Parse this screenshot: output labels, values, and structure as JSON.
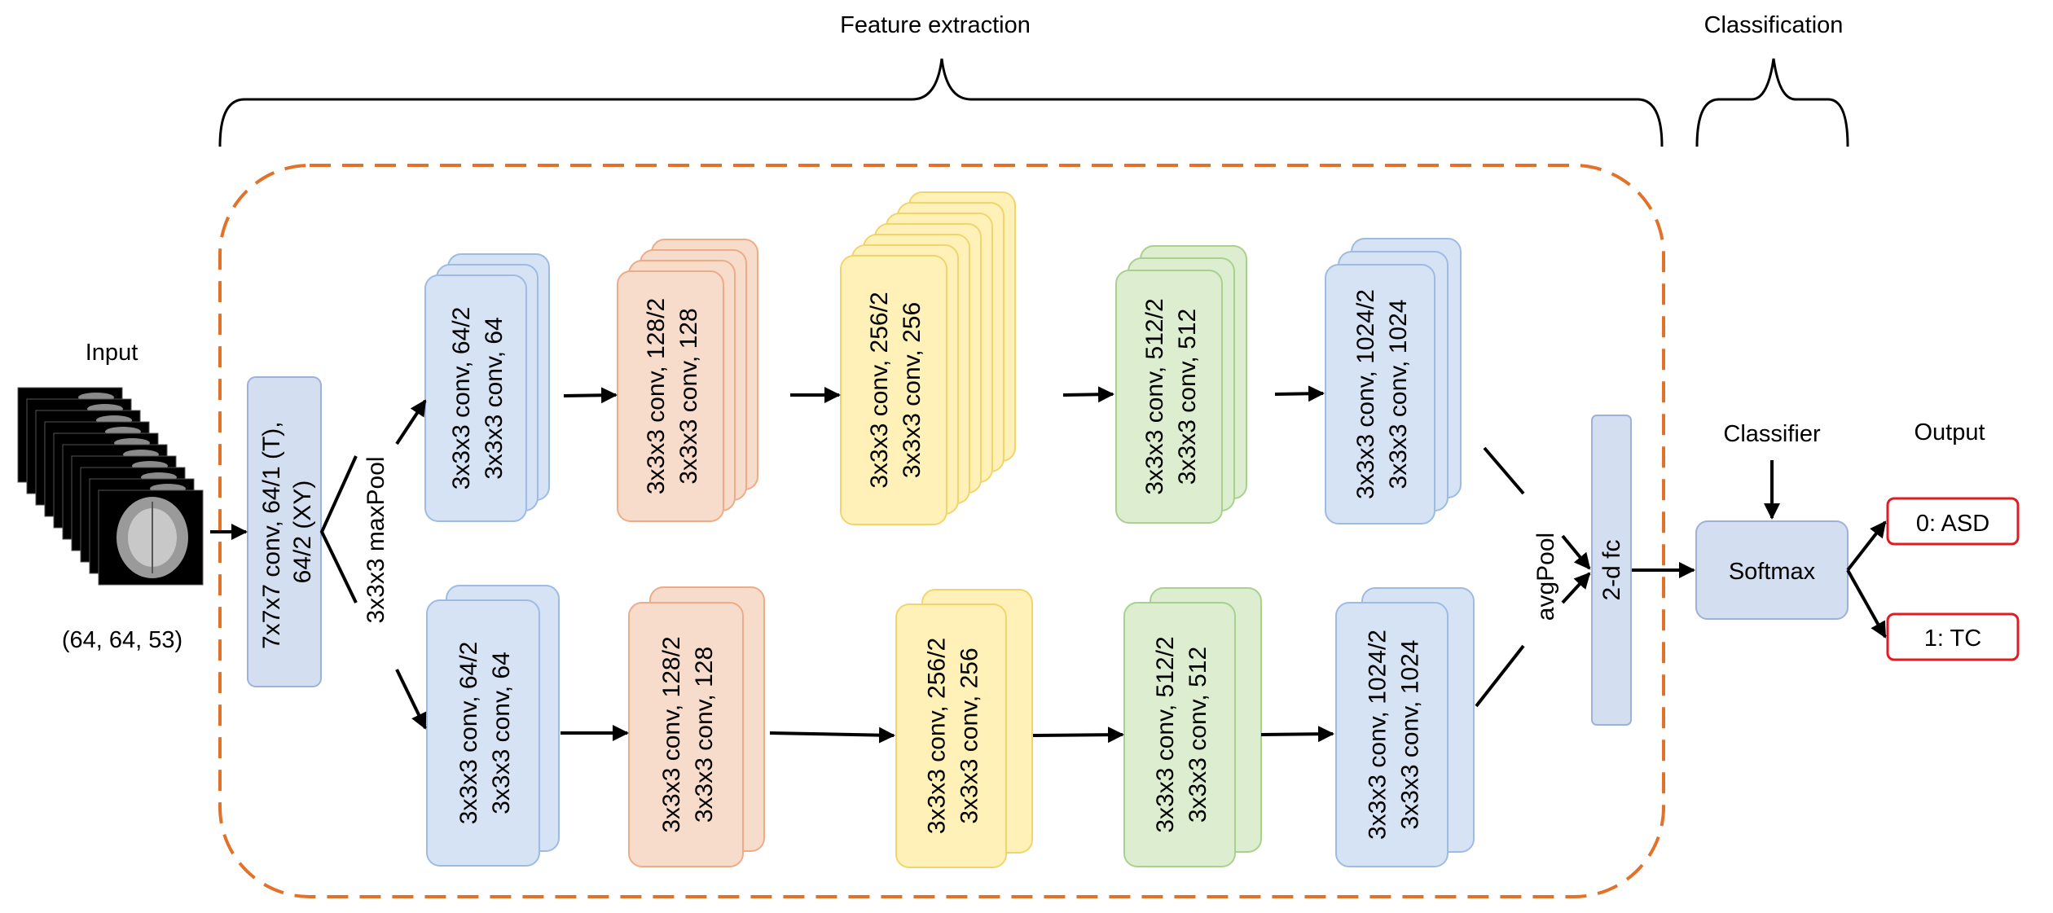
{
  "labels": {
    "feature_extraction": "Feature extraction",
    "classification": "Classification",
    "input": "Input",
    "input_shape": "(64, 64, 53)",
    "classifier": "Classifier",
    "output": "Output"
  },
  "first_conv": [
    "7x7x7 conv, 64/1 (T),",
    "64/2 (XY)"
  ],
  "maxpool": "3x3x3 maxPool",
  "avgpool": "avgPool",
  "fc": "2-d fc",
  "softmax": "Softmax",
  "outputs": [
    "0: ASD",
    "1: TC"
  ],
  "top_branch": [
    {
      "lines": [
        "3x3x3 conv, 64/2",
        "3x3x3 conv, 64"
      ],
      "color": "blue"
    },
    {
      "lines": [
        "3x3x3 conv, 128/2",
        "3x3x3 conv, 128"
      ],
      "color": "orange"
    },
    {
      "lines": [
        "3x3x3 conv, 256/2",
        "3x3x3 conv, 256"
      ],
      "color": "yellow"
    },
    {
      "lines": [
        "3x3x3 conv, 512/2",
        "3x3x3 conv, 512"
      ],
      "color": "green"
    },
    {
      "lines": [
        "3x3x3 conv, 1024/2",
        "3x3x3 conv, 1024"
      ],
      "color": "blue"
    }
  ],
  "bottom_branch": [
    {
      "lines": [
        "3x3x3 conv, 64/2",
        "3x3x3 conv, 64"
      ],
      "color": "blue"
    },
    {
      "lines": [
        "3x3x3 conv, 128/2",
        "3x3x3 conv, 128"
      ],
      "color": "orange"
    },
    {
      "lines": [
        "3x3x3 conv, 256/2",
        "3x3x3 conv, 256"
      ],
      "color": "yellow"
    },
    {
      "lines": [
        "3x3x3 conv, 512/2",
        "3x3x3 conv, 512"
      ],
      "color": "green"
    },
    {
      "lines": [
        "3x3x3 conv, 1024/2",
        "3x3x3 conv, 1024"
      ],
      "color": "blue"
    }
  ],
  "colors": {
    "blue": {
      "fill": "#d6e3f5",
      "stroke": "#9dbbe3"
    },
    "orange": {
      "fill": "#f8dccb",
      "stroke": "#ecac88"
    },
    "yellow": {
      "fill": "#fff1b8",
      "stroke": "#f2d46c"
    },
    "green": {
      "fill": "#dcedd0",
      "stroke": "#a9d18e"
    },
    "fc": {
      "fill": "#d4def1",
      "stroke": "#9fb1d8"
    },
    "dashed_border": "#e2722a",
    "output_border": "#e01b22"
  }
}
